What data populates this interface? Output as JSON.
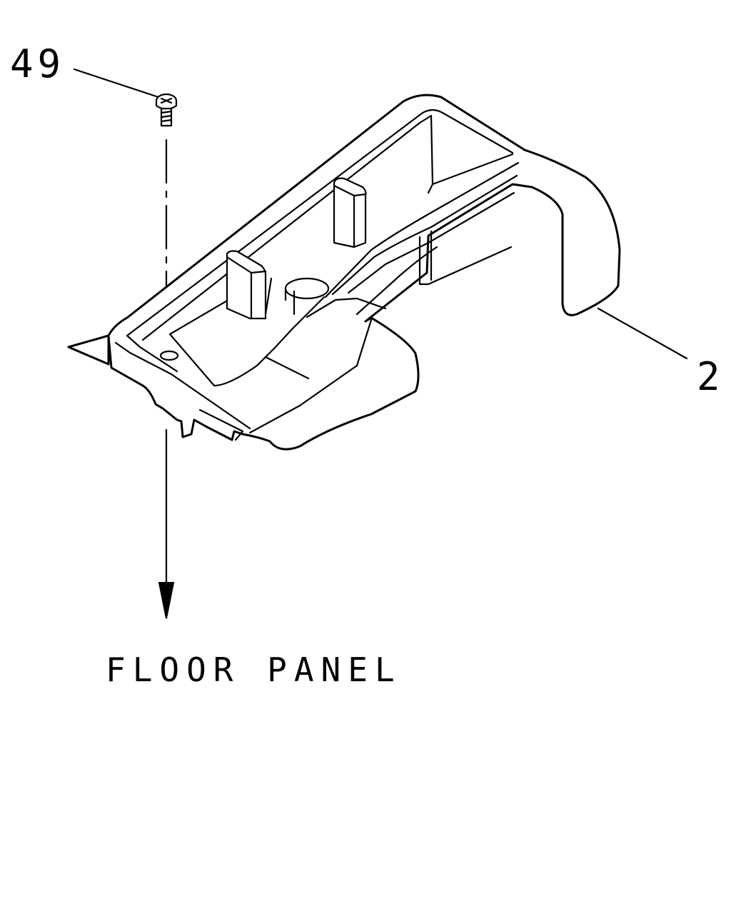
{
  "callouts": {
    "screw_label": "49",
    "part_label": "2"
  },
  "annotations": {
    "direction_label": "FLOOR PANEL"
  },
  "colors": {
    "ink": "#000000",
    "background": "#ffffff"
  }
}
